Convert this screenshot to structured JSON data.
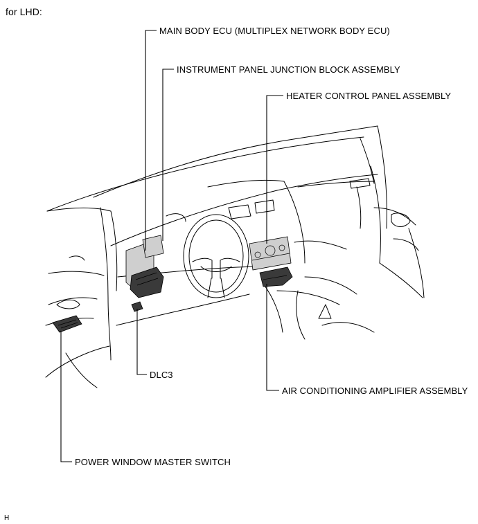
{
  "header": {
    "caption": "for LHD:"
  },
  "labels": {
    "main_body_ecu": "MAIN BODY ECU (MULTIPLEX NETWORK BODY ECU)",
    "instrument_panel_jb": "INSTRUMENT PANEL JUNCTION BLOCK ASSEMBLY",
    "heater_control_panel": "HEATER CONTROL PANEL ASSEMBLY",
    "dlc3": "DLC3",
    "air_conditioning_amplifier": "AIR CONDITIONING AMPLIFIER ASSEMBLY",
    "power_window_master_switch": "POWER WINDOW MASTER SWITCH"
  },
  "footer": {
    "figure_code": "H"
  }
}
